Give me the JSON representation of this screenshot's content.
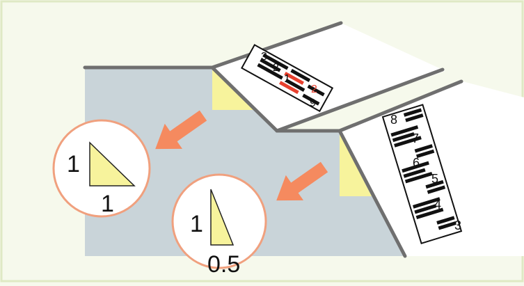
{
  "diagram": {
    "colors": {
      "background": "#f6f9ec",
      "frame": "#dfe9c4",
      "ground": "#c9d4d9",
      "surface_line": "#6f6f6f",
      "slope_triangle": "#f7f39c",
      "arrow": "#f58a5f",
      "circle_border": "#f0a07e",
      "ruler_mark": "#111111",
      "ruler_highlight": "#e8402e"
    },
    "callout_left": {
      "rise": "1",
      "run": "1"
    },
    "callout_right": {
      "rise": "1",
      "run": "0.5"
    },
    "upper_ruler": {
      "numbers": [
        "3",
        "2",
        "1",
        "9"
      ],
      "highlight_number": "2"
    },
    "lower_ruler": {
      "numbers": [
        "8",
        "7",
        "6",
        "5",
        "4",
        "3"
      ]
    }
  }
}
